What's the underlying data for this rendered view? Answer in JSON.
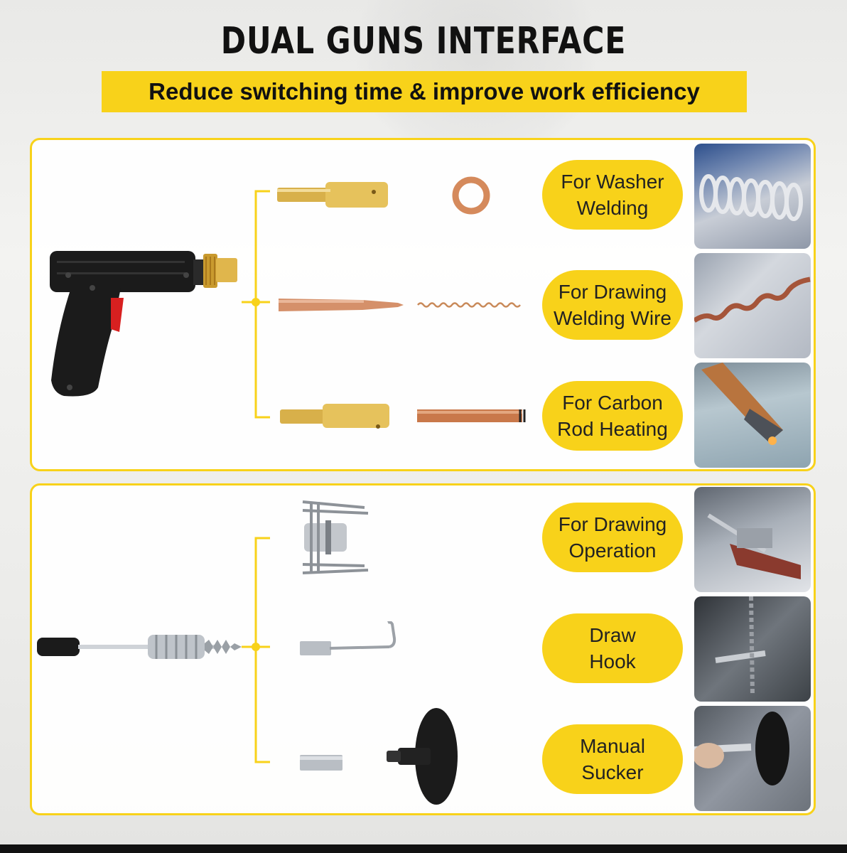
{
  "header": {
    "title": "DUAL GUNS INTERFACE",
    "subtitle": "Reduce switching time & improve work efficiency"
  },
  "top_panel": {
    "uses": [
      {
        "label": "For Washer\nWelding"
      },
      {
        "label": "For Drawing\nWelding Wire"
      },
      {
        "label": "For Carbon\nRod Heating"
      }
    ]
  },
  "bottom_panel": {
    "uses": [
      {
        "label": "For Drawing\nOperation"
      },
      {
        "label": "Draw\nHook"
      },
      {
        "label": "Manual\nSucker"
      }
    ]
  },
  "colors": {
    "accent_yellow": "#f8d21a",
    "brass": "#d8b04a",
    "copper": "#c9784a"
  }
}
